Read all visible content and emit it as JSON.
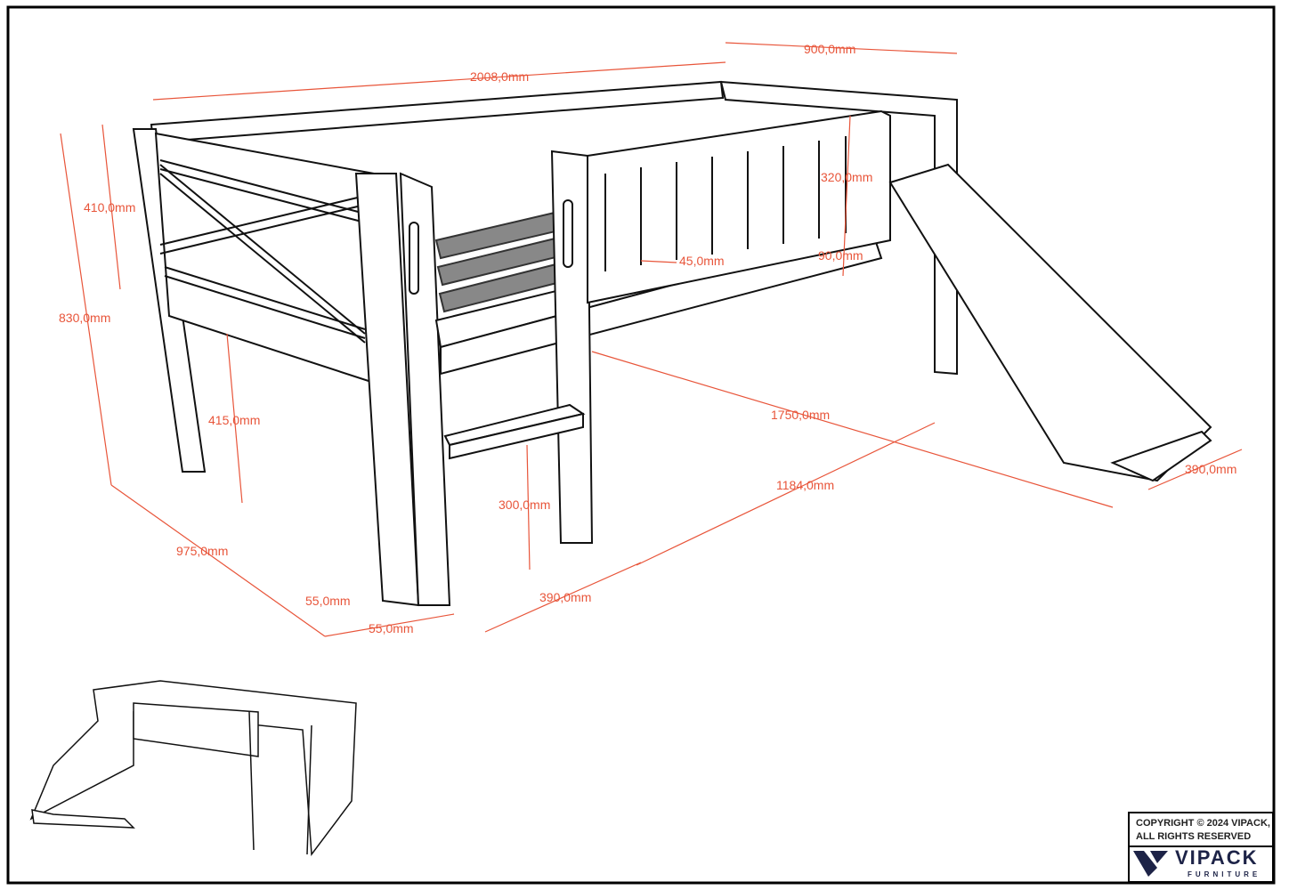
{
  "drawing": {
    "dimensions": {
      "length": "2008,0mm",
      "width_top": "900,0mm",
      "rail_height": "410,0mm",
      "total_height": "830,0mm",
      "guard_height": "320,0mm",
      "slat_gap": "45,0mm",
      "rail_bottom": "90,0mm",
      "floor_clearance": "415,0mm",
      "slide_length": "1750,0mm",
      "ladder_offset": "1184,0mm",
      "step_height": "300,0mm",
      "depth": "975,0mm",
      "post_a": "55,0mm",
      "post_b": "55,0mm",
      "ladder_width": "390,0mm",
      "slide_width": "390,0mm"
    }
  },
  "footer": {
    "copyright_line1": "COPYRIGHT  © 2024 VIPACK,",
    "copyright_line2": "ALL RIGHTS RESERVED",
    "brand": "VIPACK",
    "brand_sub": "FURNITURE"
  },
  "colors": {
    "dimension": "#e8553a",
    "brand": "#1d2347"
  }
}
